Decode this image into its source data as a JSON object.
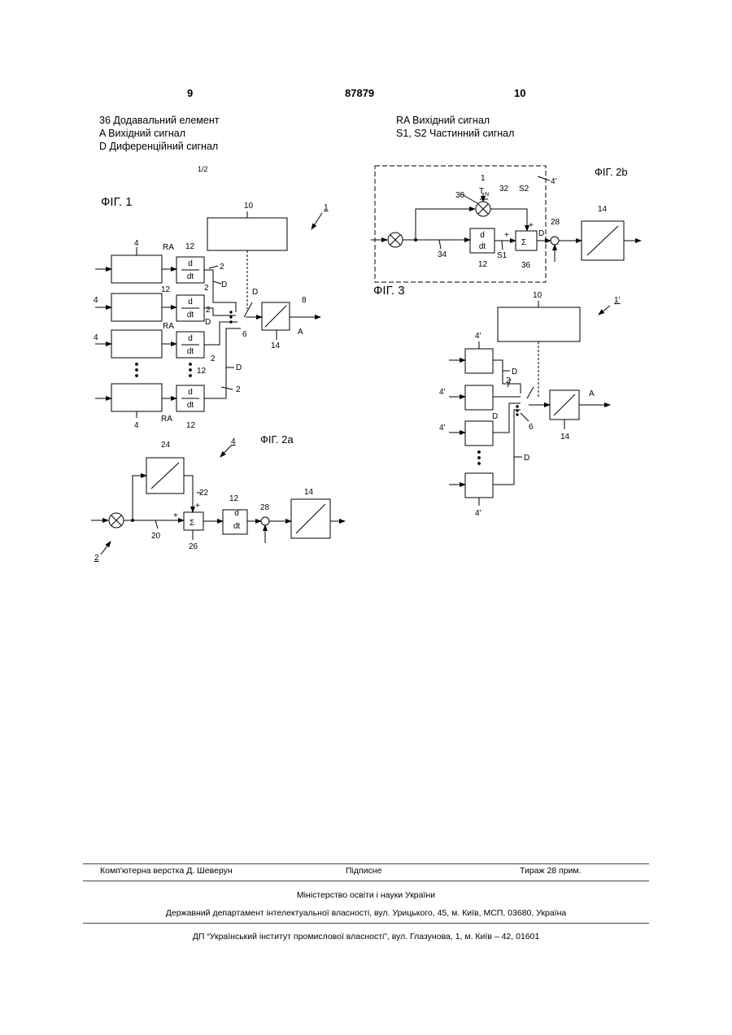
{
  "header": {
    "page_left": "9",
    "patent_number": "87879",
    "page_right": "10"
  },
  "legend_left": [
    "36 Додавальний елемент",
    "A Вихідний сигнал",
    "D Диференційний сигнал"
  ],
  "legend_right": [
    "RA Вихідний сигнал",
    "S1, S2 Частинний сигнал"
  ],
  "sheet_label": "1/2",
  "figures": {
    "fig1": {
      "title": "ФІГ. 1",
      "labels": {
        "ref": "1",
        "ctrl": "10",
        "unit": "4",
        "ra": "RA",
        "diff": "12",
        "line": "2",
        "d": "D",
        "switch": "6",
        "conv": "14",
        "out": "8",
        "a": "A",
        "dd_num": "d",
        "dd_den": "dt"
      }
    },
    "fig2a": {
      "title": "ФІГ. 2a",
      "labels": {
        "ref": "4",
        "inref": "2",
        "conv1": "24",
        "n22": "22",
        "n20": "20",
        "sum": "26",
        "sigma": "Σ",
        "plus": "+",
        "diff": "12",
        "node": "28",
        "conv2": "14",
        "dd_num": "d",
        "dd_den": "dt"
      }
    },
    "fig2b": {
      "title": "ФІГ. 2b",
      "labels": {
        "ref": "4'",
        "mult": "30",
        "one": "1",
        "tn": "T",
        "tn_sub": "N",
        "n32": "32",
        "s2": "S2",
        "n34": "34",
        "diff": "12",
        "s1": "S1",
        "sum": "36",
        "sigma": "Σ",
        "plus": "+",
        "d": "D",
        "node": "28",
        "conv": "14",
        "dd_num": "d",
        "dd_den": "dt"
      }
    },
    "fig3": {
      "title": "ФІГ. 3",
      "labels": {
        "ref": "1'",
        "ctrl": "10",
        "unit": "4'",
        "line": "2",
        "d": "D",
        "switch": "6",
        "conv": "14",
        "a": "A"
      }
    }
  },
  "footer": {
    "typeset": "Комп'ютерна верстка Д. Шеверун",
    "signed": "Підписне",
    "circulation": "Тираж 28 прим.",
    "ministry": "Міністерство освіти і науки України",
    "department": "Державний департамент інтелектуальної власності, вул. Урицького, 45, м. Київ, МСП, 03680, Україна",
    "institute": "ДП “Український інститут промислової власності”, вул. Глазунова, 1, м. Київ – 42, 01601"
  }
}
